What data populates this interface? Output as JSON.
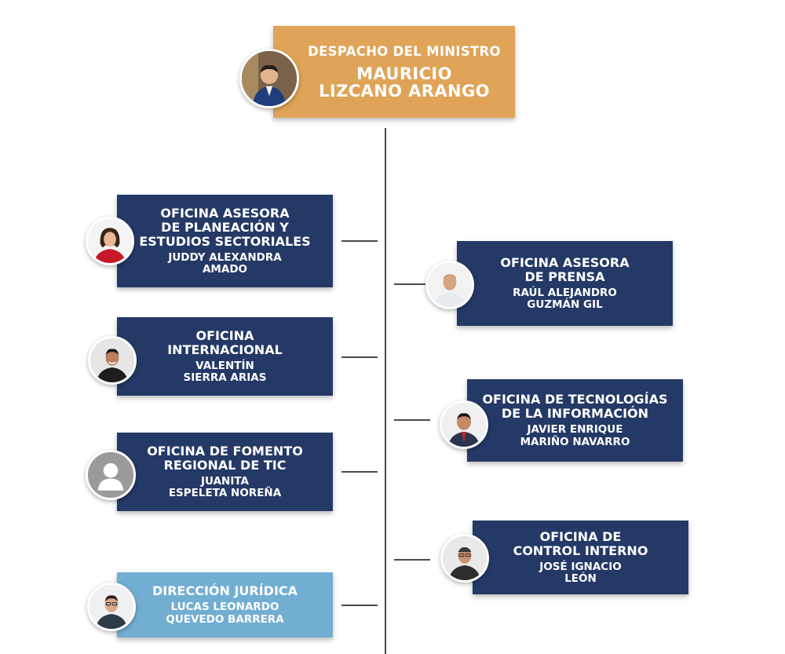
{
  "minister": {
    "title": "DESPACHO DEL MINISTRO",
    "name": "MAURICIO\nLIZCANO ARANGO"
  },
  "offices_left": [
    {
      "title": "OFICINA ASESORA\nDE PLANEACIÓN Y\nESTUDIOS SECTORIALES",
      "name": "JUDDY ALEXANDRA\nAMADO"
    },
    {
      "title": "OFICINA\nINTERNACIONAL",
      "name": "VALENTÍN\nSIERRA ARIAS"
    },
    {
      "title": "OFICINA DE FOMENTO\nREGIONAL DE TIC",
      "name": "JUANITA\nESPELETA NOREÑA"
    },
    {
      "title": "DIRECCIÓN JURÍDICA",
      "name": "LUCAS LEONARDO\nQUEVEDO BARRERA"
    }
  ],
  "offices_right": [
    {
      "title": "OFICINA ASESORA\nDE PRENSA",
      "name": "RAÚL ALEJANDRO\nGUZMÁN GIL"
    },
    {
      "title": "OFICINA DE TECNOLOGÍAS\nDE LA INFORMACIÓN",
      "name": "JAVIER ENRIQUE\nMARIÑO NAVARRO"
    },
    {
      "title": "OFICINA DE\nCONTROL INTERNO",
      "name": "JOSÉ IGNACIO\nLEÓN"
    }
  ],
  "colors": {
    "minister_box": "#e0a458",
    "office_box": "#243966",
    "legal_box": "#72aed2",
    "connector": "#4a4a4a"
  }
}
